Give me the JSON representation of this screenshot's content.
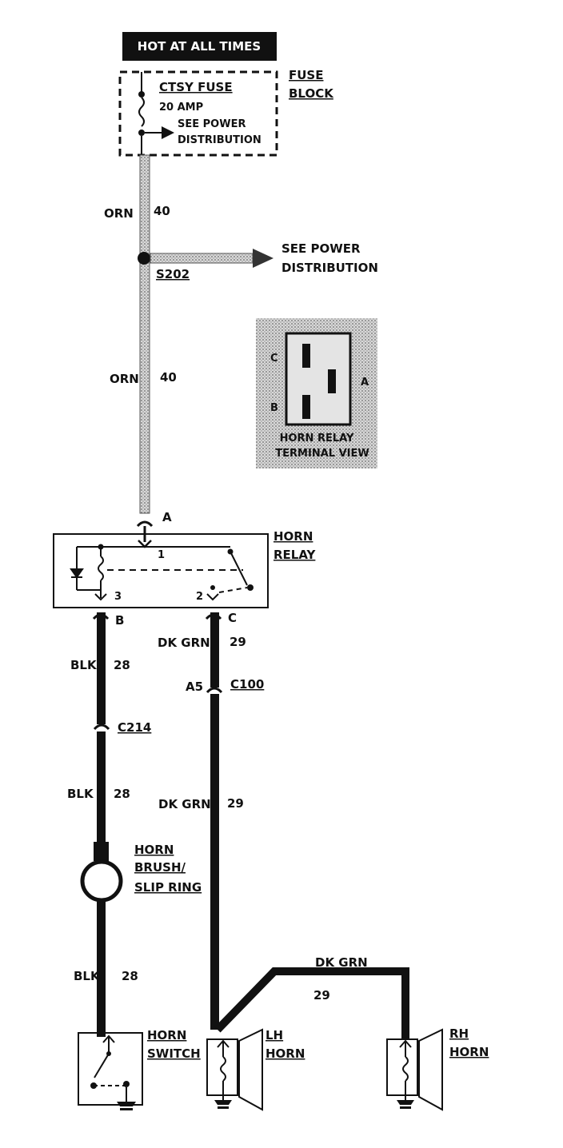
{
  "header": {
    "power_label": "HOT AT ALL TIMES"
  },
  "fuse_block": {
    "fuse_name": "CTSY FUSE",
    "rating": "20 AMP",
    "see_line1": "SEE POWER",
    "see_line2": "DISTRIBUTION",
    "block_line1": "FUSE",
    "block_line2": "BLOCK"
  },
  "splice": {
    "name": "S202",
    "see_line1": "SEE POWER",
    "see_line2": "DISTRIBUTION"
  },
  "wires": {
    "orn": "ORN",
    "orn_num": "40",
    "blk": "BLK",
    "blk_num": "28",
    "dkgrn": "DK GRN",
    "dkgrn_num": "29"
  },
  "terminal_view": {
    "pin_a": "A",
    "pin_b": "B",
    "pin_c": "C",
    "line1": "HORN RELAY",
    "line2": "TERMINAL VIEW"
  },
  "relay": {
    "line1": "HORN",
    "line2": "RELAY",
    "pin1": "1",
    "pin2": "2",
    "pin3": "3",
    "conn_a": "A",
    "conn_b": "B",
    "conn_c": "C"
  },
  "connectors": {
    "c100": "C100",
    "c100_pin": "A5",
    "c214": "C214"
  },
  "brush": {
    "line1": "HORN",
    "line2": "BRUSH/",
    "line3": "SLIP RING"
  },
  "switch": {
    "line1": "HORN",
    "line2": "SWITCH"
  },
  "lh_horn": {
    "line1": "LH",
    "line2": "HORN"
  },
  "rh_horn": {
    "line1": "RH",
    "line2": "HORN"
  }
}
